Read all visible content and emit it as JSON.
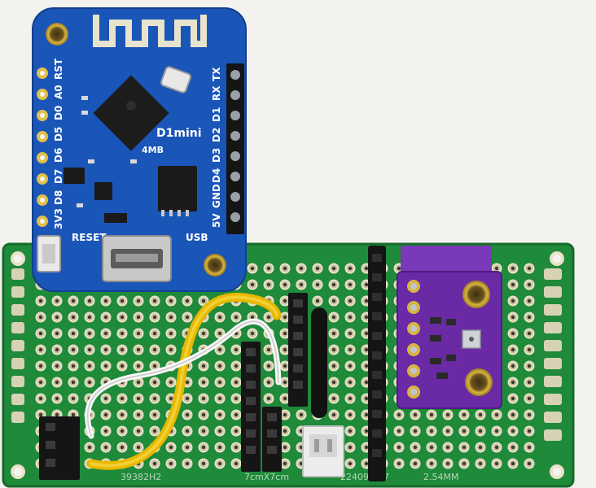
{
  "photo": {
    "background_color": "#f4f4f2",
    "perfboard_color": "#1f8a3a",
    "wemos_color": "#1a55b8",
    "sensor_color": "#6a2aa6",
    "wire_colors": [
      "#f2c200",
      "#ffffff",
      "#111111"
    ]
  },
  "perfboard": {
    "markings": {
      "part_left": "39382H2",
      "size": "7cmX7cm",
      "part_right": "224098-17",
      "pitch": "2.54MM"
    }
  },
  "wemos": {
    "model": "D1mini",
    "flash": "4MB",
    "reset_label": "RESET",
    "usb_label": "USB",
    "pins_left": [
      "RST",
      "A0",
      "D0",
      "D5",
      "D6",
      "D7",
      "D8",
      "3V3"
    ],
    "pins_right": [
      "TX",
      "RX",
      "D1",
      "D2",
      "D3",
      "D4",
      "GND",
      "5V"
    ]
  }
}
